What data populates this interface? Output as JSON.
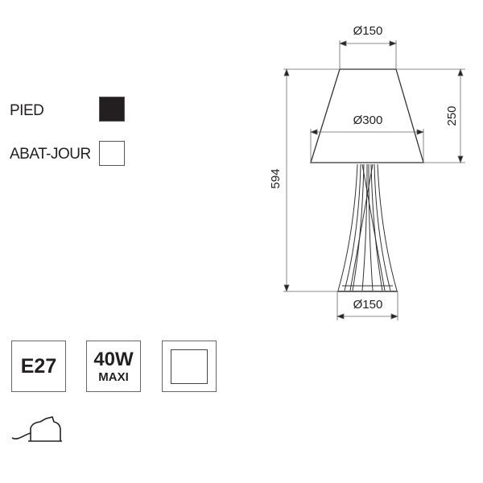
{
  "legend": {
    "items": [
      {
        "label": "PIED",
        "color": "#231f20"
      },
      {
        "label": "ABAT-JOUR",
        "color": "#ffffff"
      }
    ]
  },
  "dimensions": {
    "top_diameter": "Ø150",
    "shade_diameter": "Ø300",
    "base_diameter": "Ø150",
    "shade_height": "250",
    "total_height": "594"
  },
  "specs": {
    "socket": "E27",
    "power": "40W",
    "power_note": "MAXI"
  },
  "icons": [
    "double-insulation-class-ii-icon",
    "switch-on-cord-icon"
  ]
}
